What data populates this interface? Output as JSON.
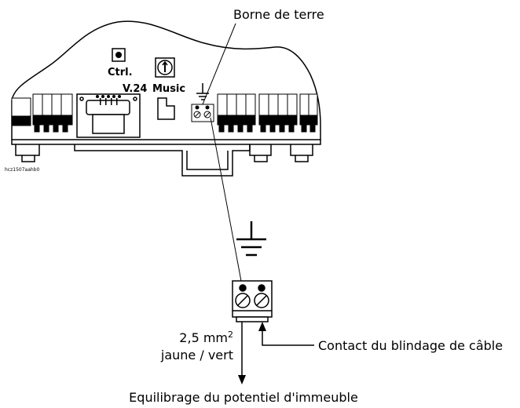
{
  "labels": {
    "borne_de_terre": "Borne de terre",
    "ctrl": "Ctrl.",
    "v24": "V.24",
    "music": "Music",
    "image_code": "hcz1507aahb0",
    "cable_section": "2,5 mm",
    "cable_section_sup": "2",
    "cable_color": "jaune / vert",
    "contact_blindage": "Contact du blindage de câble",
    "equilibrage": "Equilibrage du potentiel d'immeuble"
  },
  "colors": {
    "line": "#000000",
    "background": "#ffffff"
  }
}
